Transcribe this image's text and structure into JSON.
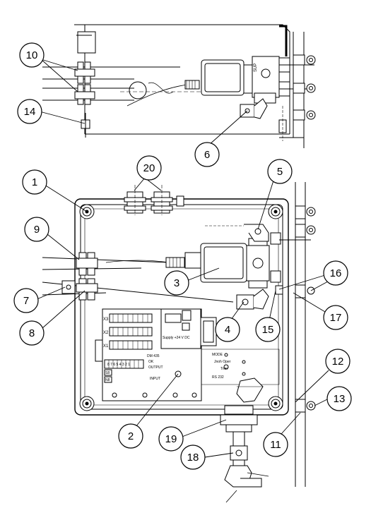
{
  "callouts": [
    {
      "id": "c10",
      "label": "10"
    },
    {
      "id": "c14",
      "label": "14"
    },
    {
      "id": "c6",
      "label": "6"
    },
    {
      "id": "c1",
      "label": "1"
    },
    {
      "id": "c20",
      "label": "20"
    },
    {
      "id": "c5",
      "label": "5"
    },
    {
      "id": "c9",
      "label": "9"
    },
    {
      "id": "c3",
      "label": "3"
    },
    {
      "id": "c16",
      "label": "16"
    },
    {
      "id": "c7",
      "label": "7"
    },
    {
      "id": "c4",
      "label": "4"
    },
    {
      "id": "c15",
      "label": "15"
    },
    {
      "id": "c17",
      "label": "17"
    },
    {
      "id": "c8",
      "label": "8"
    },
    {
      "id": "c12",
      "label": "12"
    },
    {
      "id": "c13",
      "label": "13"
    },
    {
      "id": "c2",
      "label": "2"
    },
    {
      "id": "c19",
      "label": "19"
    },
    {
      "id": "c11",
      "label": "11"
    },
    {
      "id": "c18",
      "label": "18"
    }
  ],
  "board": {
    "x3": "X3",
    "x2": "X2",
    "x1": "X1",
    "supply": "Supply  +24 V DC",
    "model": "DM 435",
    "ok": "OK",
    "output": "OUTPUT",
    "input": "INPUT",
    "s8": "S8",
    "n8": "N8",
    "pins": "8 7 6 5 4 3 2 1",
    "mode_a": "MODE",
    "mode_b": "RS 232",
    "status": "Jnoh  Oper",
    "trim": "Trim"
  },
  "sensor_tag": "SUP"
}
